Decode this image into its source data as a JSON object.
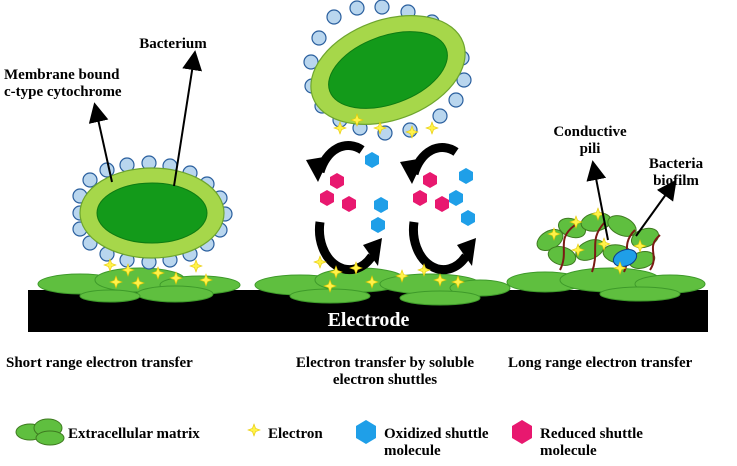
{
  "labels": {
    "bacterium": "Bacterium",
    "cytochrome": "Membrane bound\nc-type cytochrome",
    "conductive_pili": "Conductive\npili",
    "bacteria_biofilm": "Bacteria\nbiofilm",
    "electrode": "Electrode"
  },
  "mechanisms": {
    "short_range": "Short range electron transfer",
    "soluble_shuttles": "Electron transfer by soluble\nelectron shuttles",
    "long_range": "Long range electron transfer"
  },
  "legend": {
    "extracellular_matrix": "Extracellular matrix",
    "electron": "Electron",
    "oxidized_shuttle": "Oxidized shuttle\nmolecule",
    "reduced_shuttle": "Reduced shuttle\nmolecule"
  },
  "colors": {
    "matrix_green": "#5fbf3f",
    "cell_outer": "#a6d74a",
    "cell_inner": "#139a1a",
    "cytochrome_blue": "#b9d6ee",
    "oxidized_blue": "#1f9fe8",
    "reduced_pink": "#e8186f",
    "electron_yellow": "#fff24a",
    "electrode_black": "#000000"
  }
}
